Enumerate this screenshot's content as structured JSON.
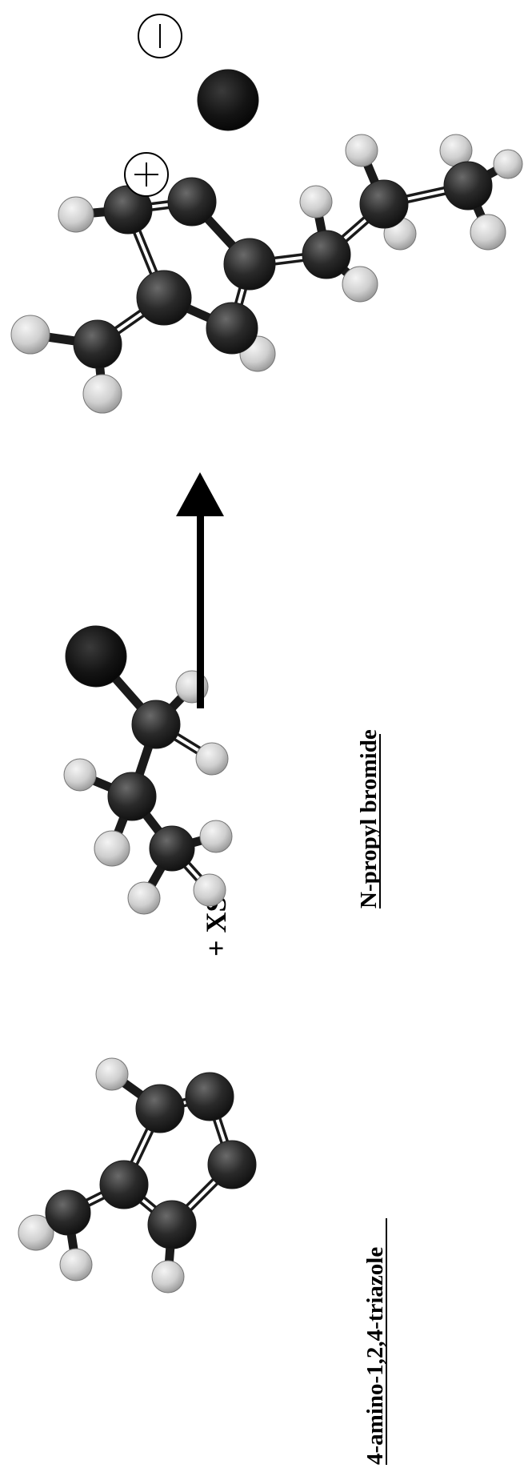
{
  "labels": {
    "triazole": "4-amino-1,2,4-triazole",
    "reagent_ratio": "+ XS",
    "propyl_bromide": "N-propyl bromide"
  },
  "charges": {
    "cation": "+",
    "anion": "−"
  },
  "colors": {
    "atom_dark": "#2a2a2a",
    "atom_light": "#d0d0d0",
    "bromine": "#141414",
    "bond": "#1a1a1a",
    "arrow": "#000000",
    "text": "#000000"
  }
}
